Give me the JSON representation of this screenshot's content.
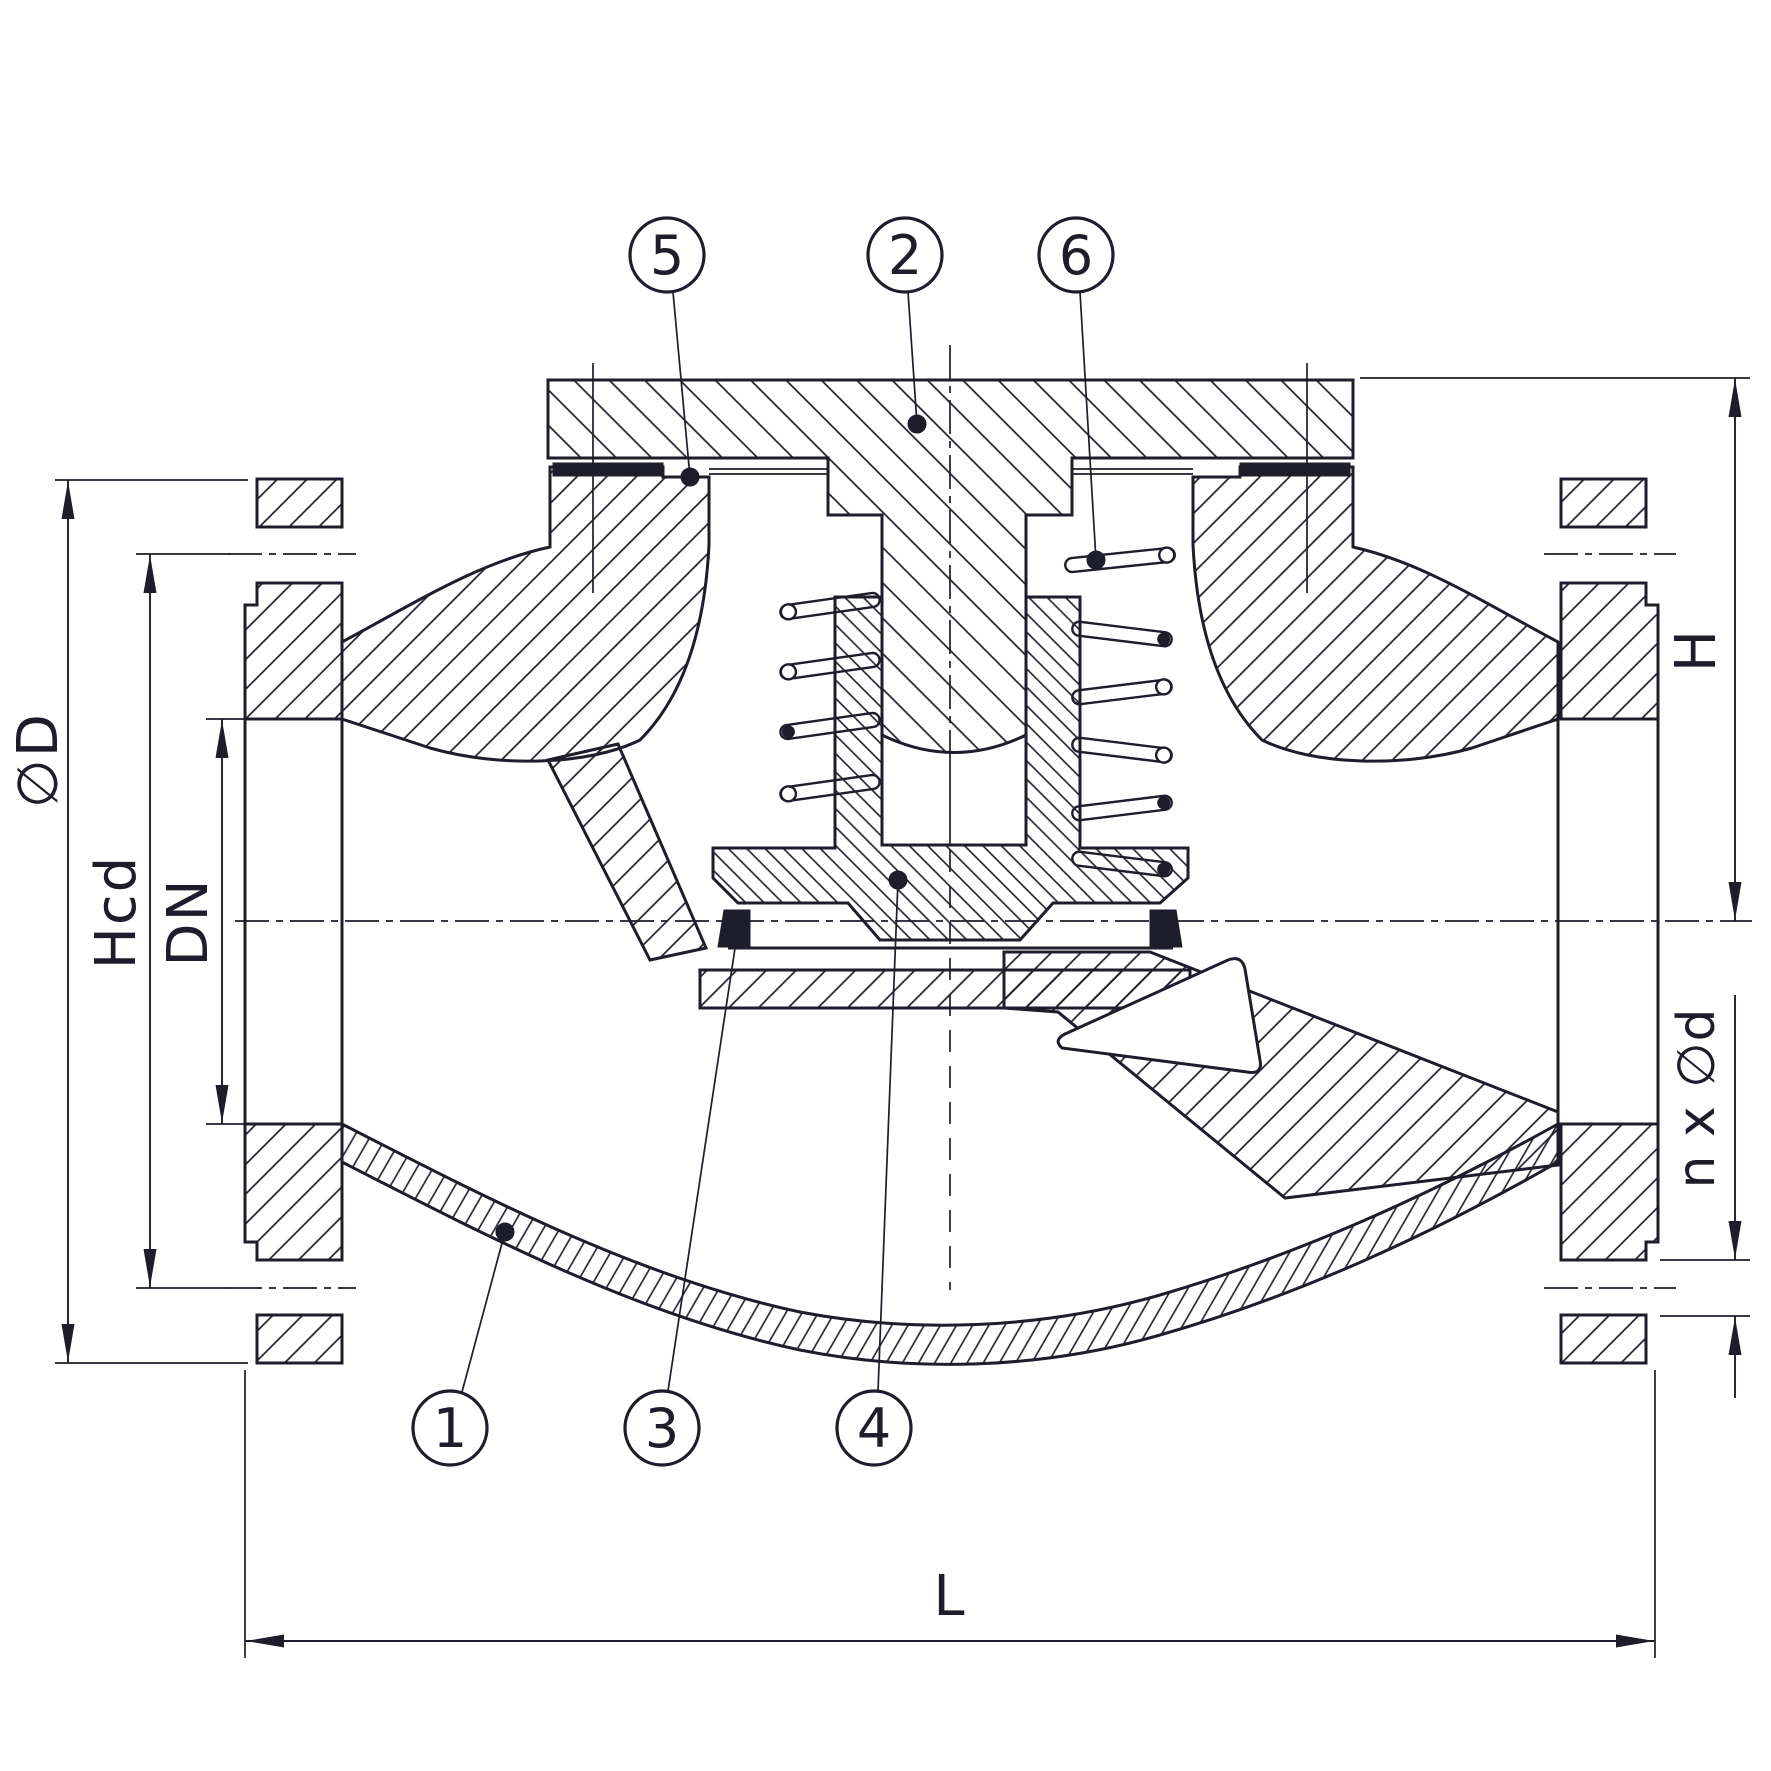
{
  "drawing": {
    "kind": "valve-cross-section",
    "background_color": "#ffffff",
    "line_color": "#1d1d2b",
    "dimension_labels": {
      "flange_diameter": "∅D",
      "bolt_circle": "Hcd",
      "nominal_bore": "DN",
      "height": "H",
      "bolt_holes": "n x ∅d",
      "face_to_face": "L"
    },
    "balloons": [
      {
        "number": "1"
      },
      {
        "number": "2"
      },
      {
        "number": "3"
      },
      {
        "number": "4"
      },
      {
        "number": "5"
      },
      {
        "number": "6"
      }
    ]
  }
}
